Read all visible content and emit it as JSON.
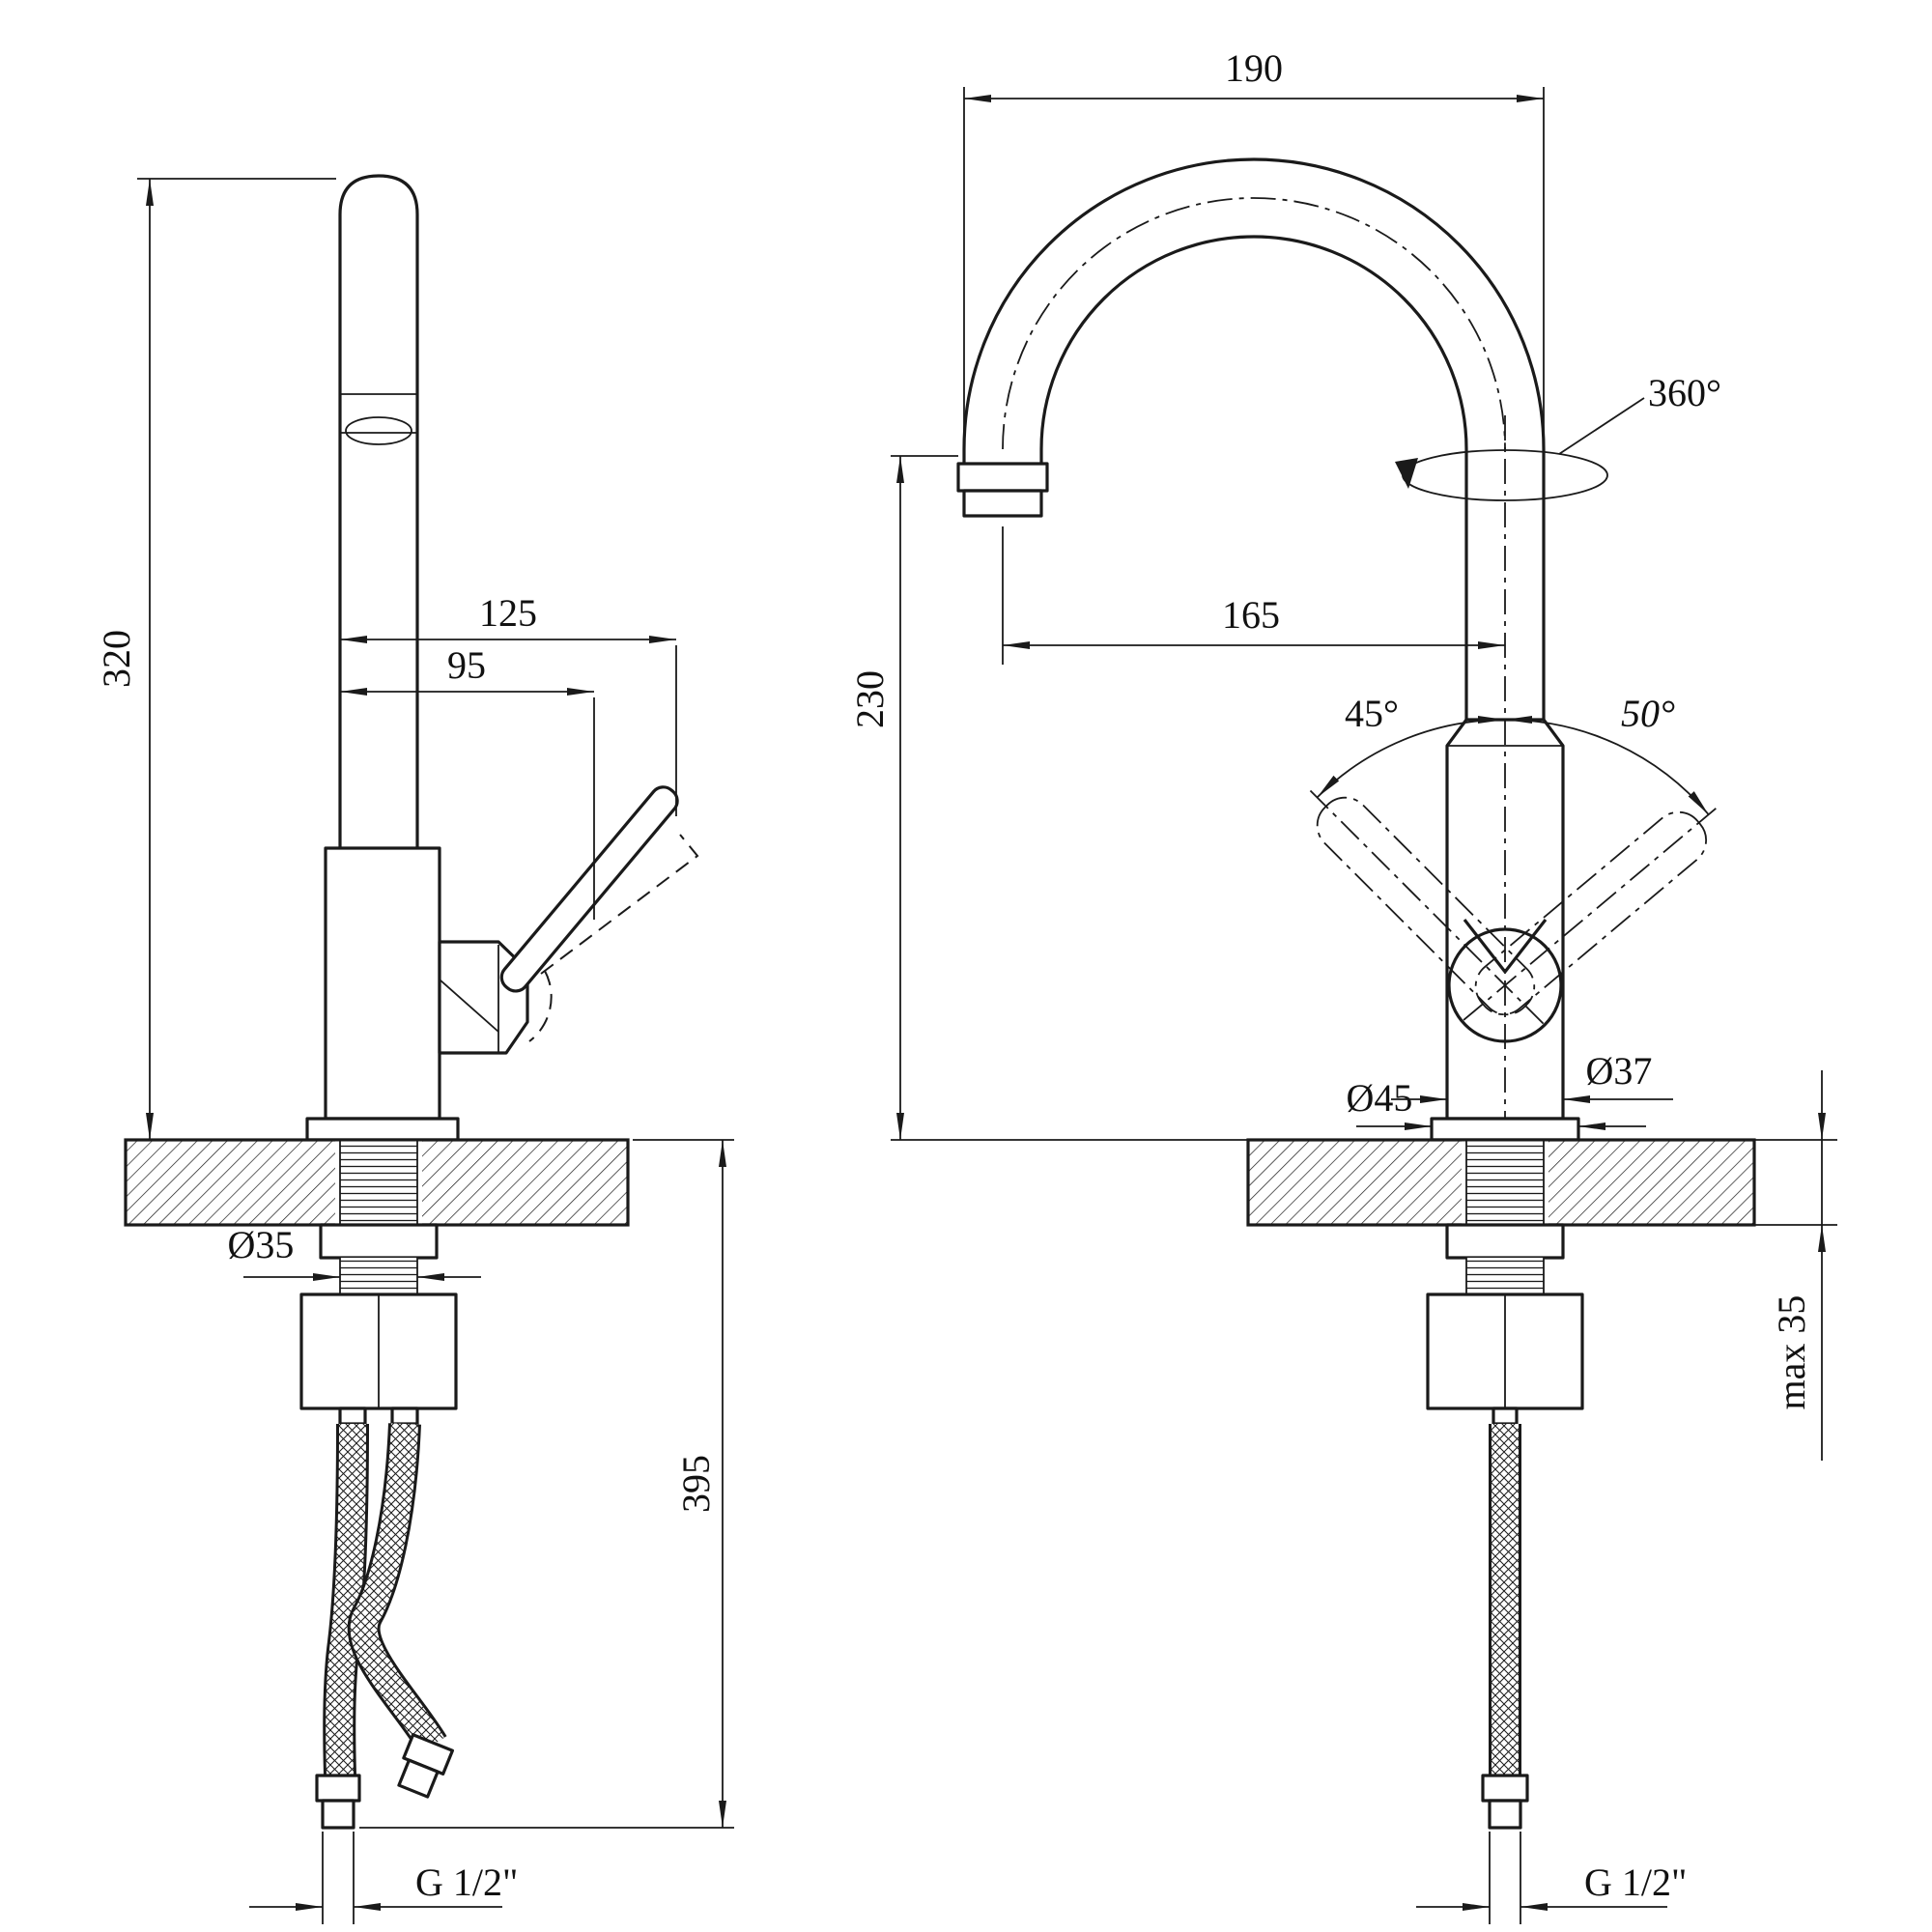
{
  "left_view": {
    "overall_height": "320",
    "spout_reach": "125",
    "handle_reach": "95",
    "hole_diameter": "Ø35",
    "below_deck_length": "395",
    "thread": "G 1/2\""
  },
  "right_view": {
    "spout_width": "190",
    "outlet_height": "230",
    "spout_reach": "165",
    "swivel_angle": "360°",
    "handle_swing_left": "45°",
    "handle_swing_right": "50°",
    "base_diameter": "Ø45",
    "body_diameter": "Ø37",
    "max_deck_thickness": "max 35",
    "thread": "G 1/2\""
  }
}
